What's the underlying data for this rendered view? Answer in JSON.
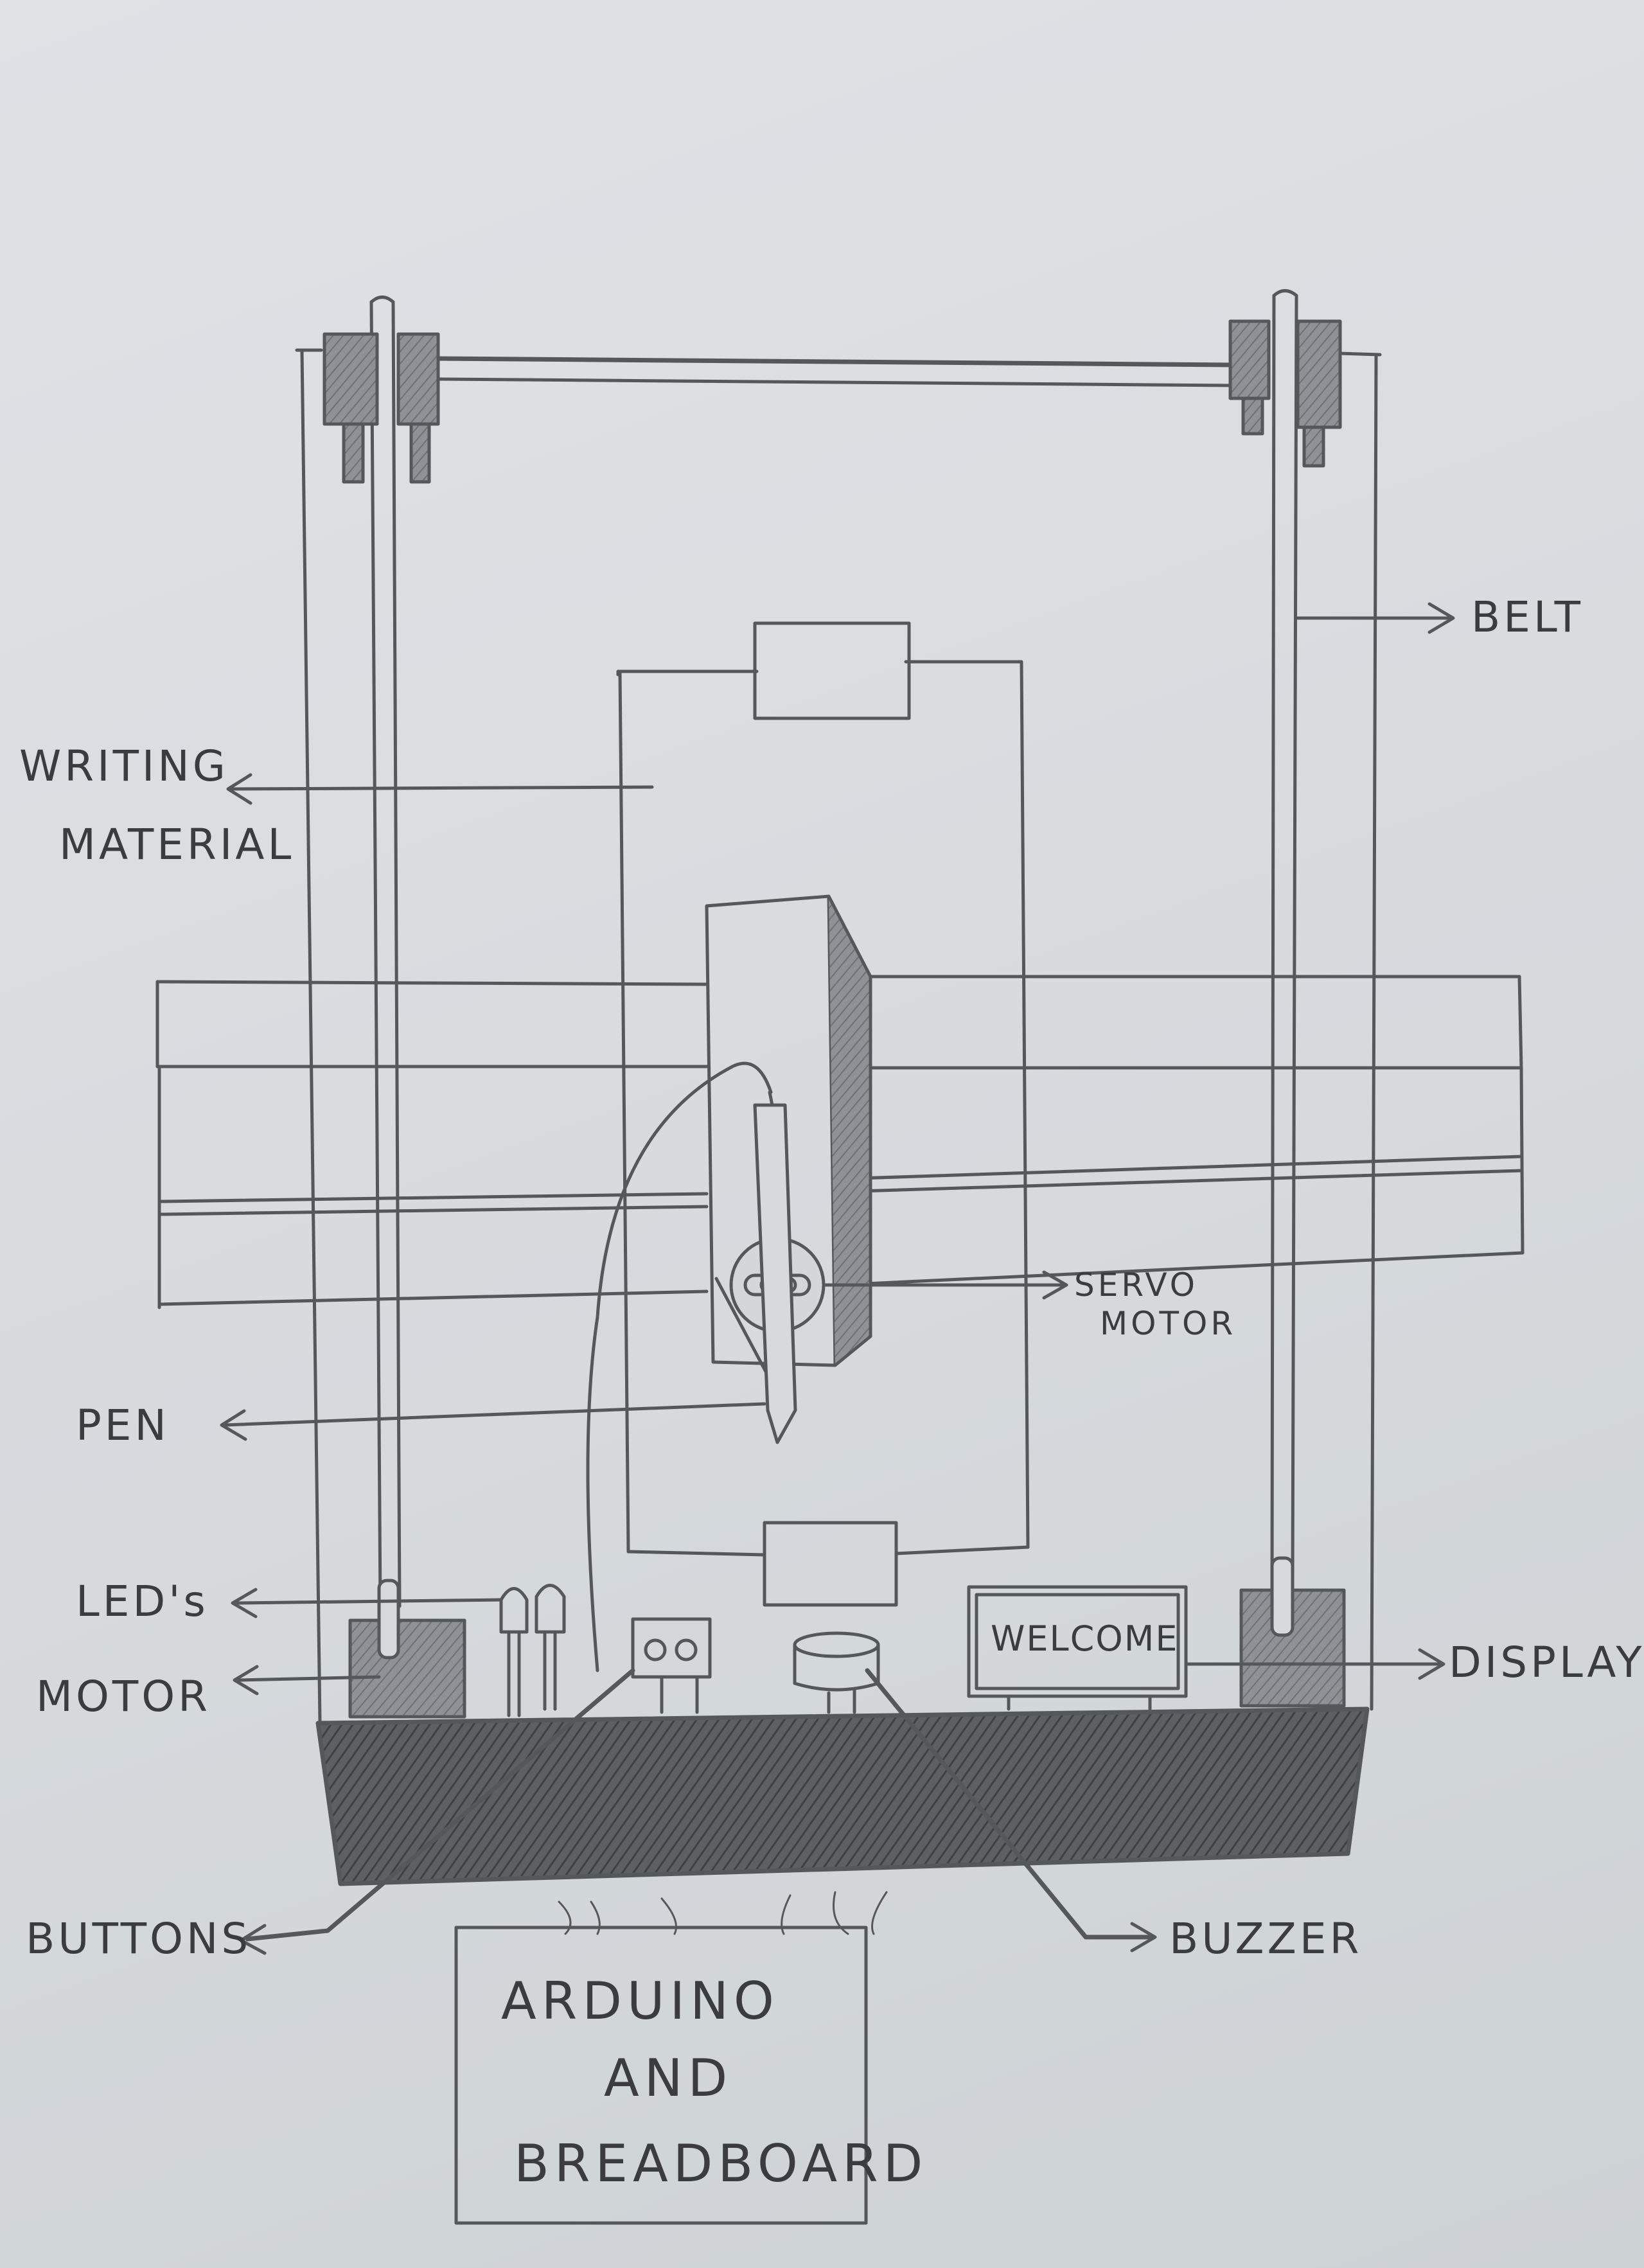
{
  "labels": {
    "belt": "BELT",
    "writing_material_line1": "WRITING",
    "writing_material_line2": "MATERIAL",
    "servo_motor_line1": "SERVO",
    "servo_motor_line2": "MOTOR",
    "pen": "PEN",
    "leds": "LED's",
    "motor": "MOTOR",
    "display": "DISPLAY",
    "buttons": "BUTTONS",
    "buzzer": "BUZZER",
    "lcd_text": "WELCOME",
    "controller_line1": "ARDUINO",
    "controller_line2": "AND",
    "controller_line3": "BREADBOARD"
  },
  "colors": {
    "paper": "#dadee1",
    "pencil": "#55585b",
    "shading_dark": "#4a4c4f"
  }
}
